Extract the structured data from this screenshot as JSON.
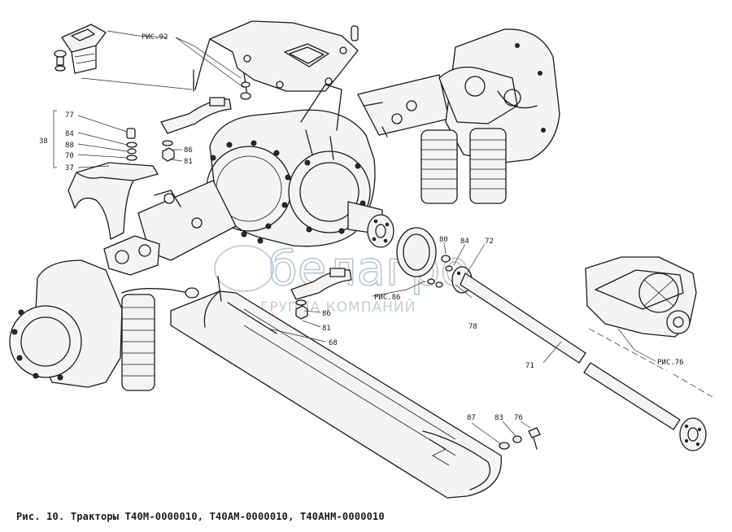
{
  "caption": "Рис. 10. Тракторы Т40М-0000010, Т40АМ-0000010, Т40АНМ-0000010",
  "watermark": {
    "brand": "белагро",
    "subtitle": "ГРУППА КОМПАНИЙ"
  },
  "labels": {
    "ris92": "РИС.92",
    "ris86": "РИС.86",
    "ris76": "РИС.76",
    "n77": "77",
    "n84a": "84",
    "n88": "88",
    "n70": "70",
    "n37": "37",
    "n38": "38",
    "n86a": "86",
    "n81a": "81",
    "n80": "80",
    "n84b": "84",
    "n72": "72",
    "n78": "78",
    "n86b": "86",
    "n81b": "81",
    "n68": "68",
    "n71": "71",
    "n87": "87",
    "n83": "83",
    "n76": "76"
  }
}
